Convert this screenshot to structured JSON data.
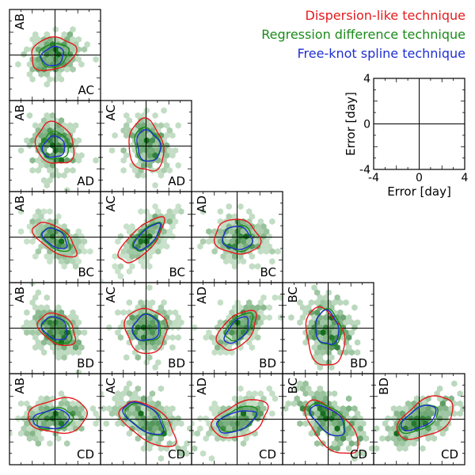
{
  "chart_data": {
    "type": "scatter",
    "description_free": true,
    "legend": {
      "placement": "top-right",
      "entries": [
        {
          "label": "Dispersion-like technique",
          "color": "#e41a1c"
        },
        {
          "label": "Regression difference technique",
          "color": "#1a8a1a"
        },
        {
          "label": "Free-knot spline technique",
          "color": "#1f2fd0"
        }
      ]
    },
    "key_panel": {
      "xlabel": "Error [day]",
      "ylabel": "Error [day]",
      "xlim": [
        -4,
        4
      ],
      "ylim": [
        -4,
        4
      ],
      "xticks": [
        "-4",
        "0",
        "4"
      ],
      "yticks": [
        "-4",
        "0",
        "4"
      ]
    },
    "rows": [
      "AC",
      "AD",
      "BC",
      "BD",
      "CD"
    ],
    "cols": [
      "AB",
      "AC",
      "AD",
      "BC",
      "BD"
    ],
    "panels": [
      {
        "x": "AC",
        "y": "AB",
        "row": 0,
        "col": 0,
        "red": {
          "cx": -0.2,
          "cy": 0.1,
          "sx": 2.0,
          "sy": 1.4,
          "rot": 15
        },
        "green": {
          "cx": -0.1,
          "cy": 0.0,
          "sx": 1.3,
          "sy": 1.0,
          "rot": 20
        },
        "blue": {
          "cx": -0.2,
          "cy": -0.1,
          "sx": 1.0,
          "sy": 0.8,
          "rot": 25
        }
      },
      {
        "x": "AD",
        "y": "AB",
        "row": 1,
        "col": 0,
        "red": {
          "cx": 0.0,
          "cy": 0.2,
          "sx": 1.6,
          "sy": 1.9,
          "rot": 30
        },
        "green": {
          "cx": 0.0,
          "cy": 0.0,
          "sx": 1.2,
          "sy": 1.2,
          "rot": 30
        },
        "blue": {
          "cx": -0.1,
          "cy": -0.1,
          "sx": 1.0,
          "sy": 0.9,
          "rot": 30
        }
      },
      {
        "x": "AD",
        "y": "AC",
        "row": 1,
        "col": 1,
        "red": {
          "cx": 0.0,
          "cy": 0.0,
          "sx": 1.5,
          "sy": 2.3,
          "rot": 10
        },
        "green": {
          "cx": 0.1,
          "cy": 0.1,
          "sx": 1.1,
          "sy": 1.5,
          "rot": 15
        },
        "blue": {
          "cx": 0.2,
          "cy": 0.0,
          "sx": 1.0,
          "sy": 1.4,
          "rot": 15
        }
      },
      {
        "x": "BC",
        "y": "AB",
        "row": 2,
        "col": 0,
        "red": {
          "cx": 0.0,
          "cy": -0.2,
          "sx": 2.2,
          "sy": 1.0,
          "rot": -35
        },
        "green": {
          "cx": 0.1,
          "cy": -0.2,
          "sx": 1.4,
          "sy": 0.8,
          "rot": -35
        },
        "blue": {
          "cx": 0.0,
          "cy": -0.1,
          "sx": 1.2,
          "sy": 0.7,
          "rot": -35
        }
      },
      {
        "x": "BC",
        "y": "AC",
        "row": 2,
        "col": 1,
        "red": {
          "cx": -0.4,
          "cy": -0.3,
          "sx": 2.6,
          "sy": 1.0,
          "rot": 45
        },
        "green": {
          "cx": 0.1,
          "cy": 0.0,
          "sx": 1.6,
          "sy": 0.7,
          "rot": 45
        },
        "blue": {
          "cx": 0.1,
          "cy": 0.0,
          "sx": 1.5,
          "sy": 0.6,
          "rot": 45
        }
      },
      {
        "x": "BC",
        "y": "AD",
        "row": 2,
        "col": 2,
        "red": {
          "cx": 0.0,
          "cy": 0.0,
          "sx": 2.0,
          "sy": 1.5,
          "rot": -10
        },
        "green": {
          "cx": 0.1,
          "cy": -0.1,
          "sx": 1.3,
          "sy": 1.1,
          "rot": -15
        },
        "blue": {
          "cx": 0.0,
          "cy": -0.1,
          "sx": 1.3,
          "sy": 1.0,
          "rot": -10
        }
      },
      {
        "x": "BD",
        "y": "AB",
        "row": 3,
        "col": 0,
        "red": {
          "cx": 0.2,
          "cy": -0.1,
          "sx": 1.8,
          "sy": 1.2,
          "rot": -35
        },
        "green": {
          "cx": 0.2,
          "cy": -0.2,
          "sx": 1.4,
          "sy": 1.0,
          "rot": -35
        },
        "blue": {
          "cx": 0.0,
          "cy": 0.0,
          "sx": 1.2,
          "sy": 0.9,
          "rot": -35
        }
      },
      {
        "x": "BD",
        "y": "AC",
        "row": 3,
        "col": 1,
        "red": {
          "cx": 0.0,
          "cy": -0.2,
          "sx": 1.8,
          "sy": 2.0,
          "rot": 20
        },
        "green": {
          "cx": 0.1,
          "cy": 0.0,
          "sx": 1.2,
          "sy": 1.2,
          "rot": 30
        },
        "blue": {
          "cx": 0.0,
          "cy": 0.0,
          "sx": 1.2,
          "sy": 1.1,
          "rot": 30
        }
      },
      {
        "x": "BD",
        "y": "AD",
        "row": 3,
        "col": 2,
        "red": {
          "cx": 0.0,
          "cy": -0.2,
          "sx": 2.1,
          "sy": 1.2,
          "rot": 45
        },
        "green": {
          "cx": 0.2,
          "cy": 0.1,
          "sx": 1.5,
          "sy": 0.8,
          "rot": 45
        },
        "blue": {
          "cx": 0.0,
          "cy": -0.2,
          "sx": 1.4,
          "sy": 0.7,
          "rot": 50
        }
      },
      {
        "x": "BD",
        "y": "BC",
        "row": 3,
        "col": 3,
        "red": {
          "cx": -0.3,
          "cy": -0.8,
          "sx": 1.6,
          "sy": 2.6,
          "rot": 15
        },
        "green": {
          "cx": 0.0,
          "cy": 0.0,
          "sx": 1.1,
          "sy": 1.6,
          "rot": 10
        },
        "blue": {
          "cx": -0.1,
          "cy": 0.0,
          "sx": 1.0,
          "sy": 1.5,
          "rot": 10
        }
      },
      {
        "x": "CD",
        "y": "AB",
        "row": 4,
        "col": 0,
        "red": {
          "cx": 0.3,
          "cy": 0.3,
          "sx": 2.6,
          "sy": 1.5,
          "rot": 5
        },
        "green": {
          "cx": 0.0,
          "cy": 0.0,
          "sx": 1.6,
          "sy": 0.9,
          "rot": 10
        },
        "blue": {
          "cx": -0.3,
          "cy": 0.0,
          "sx": 1.6,
          "sy": 0.8,
          "rot": 5
        }
      },
      {
        "x": "CD",
        "y": "AC",
        "row": 4,
        "col": 1,
        "red": {
          "cx": 0.2,
          "cy": -0.4,
          "sx": 2.8,
          "sy": 1.4,
          "rot": -35
        },
        "green": {
          "cx": 0.0,
          "cy": 0.0,
          "sx": 2.0,
          "sy": 1.0,
          "rot": -35
        },
        "blue": {
          "cx": -0.2,
          "cy": 0.1,
          "sx": 2.0,
          "sy": 1.0,
          "rot": -35
        }
      },
      {
        "x": "CD",
        "y": "AD",
        "row": 4,
        "col": 2,
        "red": {
          "cx": 0.3,
          "cy": 0.0,
          "sx": 2.6,
          "sy": 1.4,
          "rot": 25
        },
        "green": {
          "cx": 0.1,
          "cy": 0.0,
          "sx": 1.8,
          "sy": 0.9,
          "rot": 25
        },
        "blue": {
          "cx": -0.1,
          "cy": -0.2,
          "sx": 1.8,
          "sy": 0.8,
          "rot": 20
        }
      },
      {
        "x": "CD",
        "y": "BC",
        "row": 4,
        "col": 3,
        "red": {
          "cx": 0.3,
          "cy": -0.8,
          "sx": 3.0,
          "sy": 1.4,
          "rot": -45
        },
        "green": {
          "cx": 0.0,
          "cy": 0.0,
          "sx": 1.9,
          "sy": 1.0,
          "rot": -40
        },
        "blue": {
          "cx": 0.0,
          "cy": -0.1,
          "sx": 1.8,
          "sy": 0.9,
          "rot": -40
        }
      },
      {
        "x": "CD",
        "y": "BD",
        "row": 4,
        "col": 4,
        "red": {
          "cx": 0.6,
          "cy": 0.1,
          "sx": 2.7,
          "sy": 1.5,
          "rot": 30
        },
        "green": {
          "cx": 0.0,
          "cy": 0.0,
          "sx": 1.9,
          "sy": 0.9,
          "rot": 30
        },
        "blue": {
          "cx": 0.0,
          "cy": 0.1,
          "sx": 1.7,
          "sy": 0.8,
          "rot": 30
        }
      }
    ]
  }
}
